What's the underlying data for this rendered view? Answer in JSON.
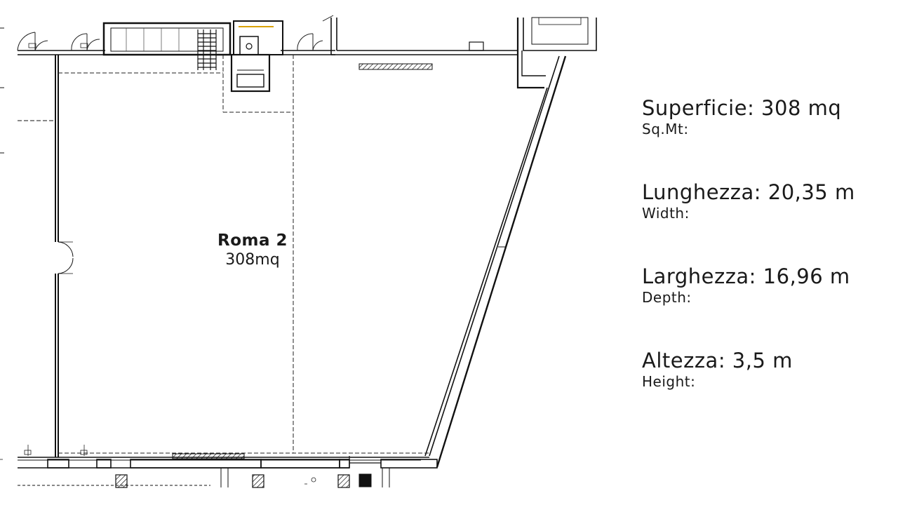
{
  "room": {
    "name": "Roma 2",
    "area": "308mq"
  },
  "specs": [
    {
      "label": "Superficie: 308 mq",
      "sub": "Sq.Mt:"
    },
    {
      "label": "Lunghezza: 20,35 m",
      "sub": "Width:"
    },
    {
      "label": "Larghezza: 16,96 m",
      "sub": "Depth:"
    },
    {
      "label": "Altezza: 3,5 m",
      "sub": "Height:"
    }
  ],
  "colors": {
    "line": "#111111",
    "accent": "#d9a200",
    "background": "#ffffff"
  }
}
